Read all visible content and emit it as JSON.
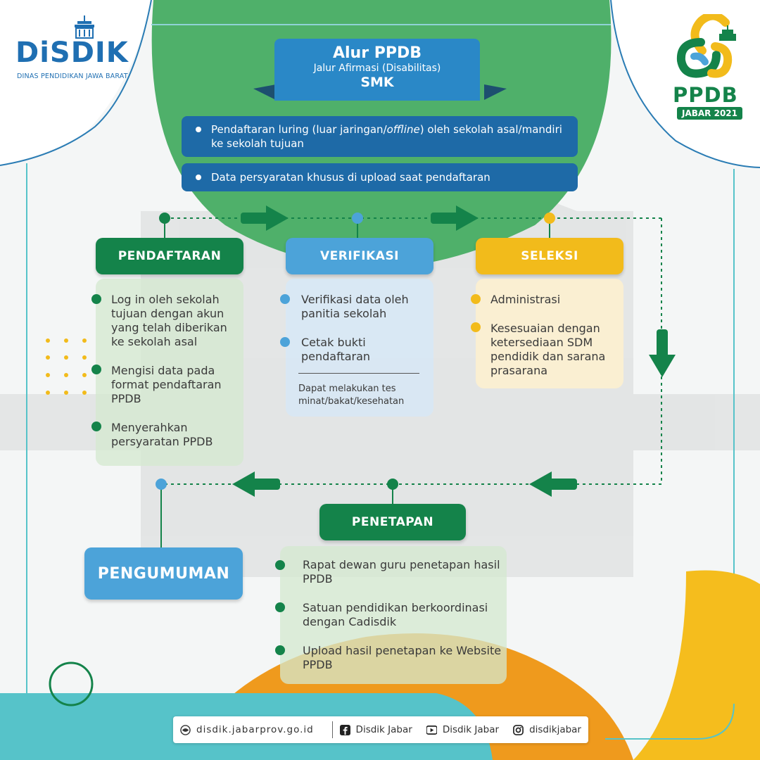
{
  "header": {
    "logo_left": "DiSDIK",
    "logo_left_sub": "DINAS PENDIDIKAN JAWA BARAT",
    "logo_right": "PPDB",
    "logo_right_year": "JABAR 2021"
  },
  "title": {
    "line1": "Alur PPDB",
    "line2": "Jalur Afirmasi (Disabilitas)",
    "line3": "SMK"
  },
  "info": [
    {
      "before": "Pendaftaran luring (luar jaringan/",
      "em": "offline",
      "after": ") oleh sekolah asal/mandiri ke sekolah tujuan"
    },
    {
      "text": "Data persyaratan khusus di upload saat pendaftaran"
    }
  ],
  "stages": {
    "pendaftaran": {
      "label": "PENDAFTARAN",
      "items": [
        "Log in oleh sekolah tujuan dengan akun yang telah diberikan ke sekolah asal",
        "Mengisi data pada format pendaftaran PPDB",
        "Menyerahkan persyaratan PPDB"
      ]
    },
    "verifikasi": {
      "label": "VERIFIKASI",
      "items": [
        "Verifikasi data oleh panitia sekolah",
        "Cetak bukti pendaftaran"
      ],
      "note": "Dapat melakukan tes minat/bakat/kesehatan"
    },
    "seleksi": {
      "label": "SELEKSI",
      "items": [
        "Administrasi",
        "Kesesuaian dengan ketersediaan SDM pendidik dan sarana prasarana"
      ]
    },
    "penetapan": {
      "label": "PENETAPAN",
      "items": [
        "Rapat dewan guru  penetapan hasil PPDB",
        "Satuan pendidikan berkoordinasi dengan Cadisdik",
        "Upload hasil penetapan ke Website PPDB"
      ]
    },
    "pengumuman": {
      "label": "PENGUMUMAN"
    }
  },
  "footer": {
    "website": "disdik.jabarprov.go.id",
    "facebook": "Disdik Jabar",
    "youtube": "Disdik Jabar",
    "instagram": "disdikjabar"
  },
  "colors": {
    "green": "#14834a",
    "blue": "#4ca3d9",
    "dark_blue": "#1e6aa7",
    "yellow": "#f2bb1b",
    "teal": "#56c3c9",
    "orange": "#ef9a1d",
    "bg_green": "#4fb06a"
  },
  "icons": [
    "globe-icon",
    "facebook-icon",
    "youtube-icon",
    "instagram-icon",
    "arrow-right-icon",
    "arrow-down-icon",
    "arrow-left-icon"
  ]
}
